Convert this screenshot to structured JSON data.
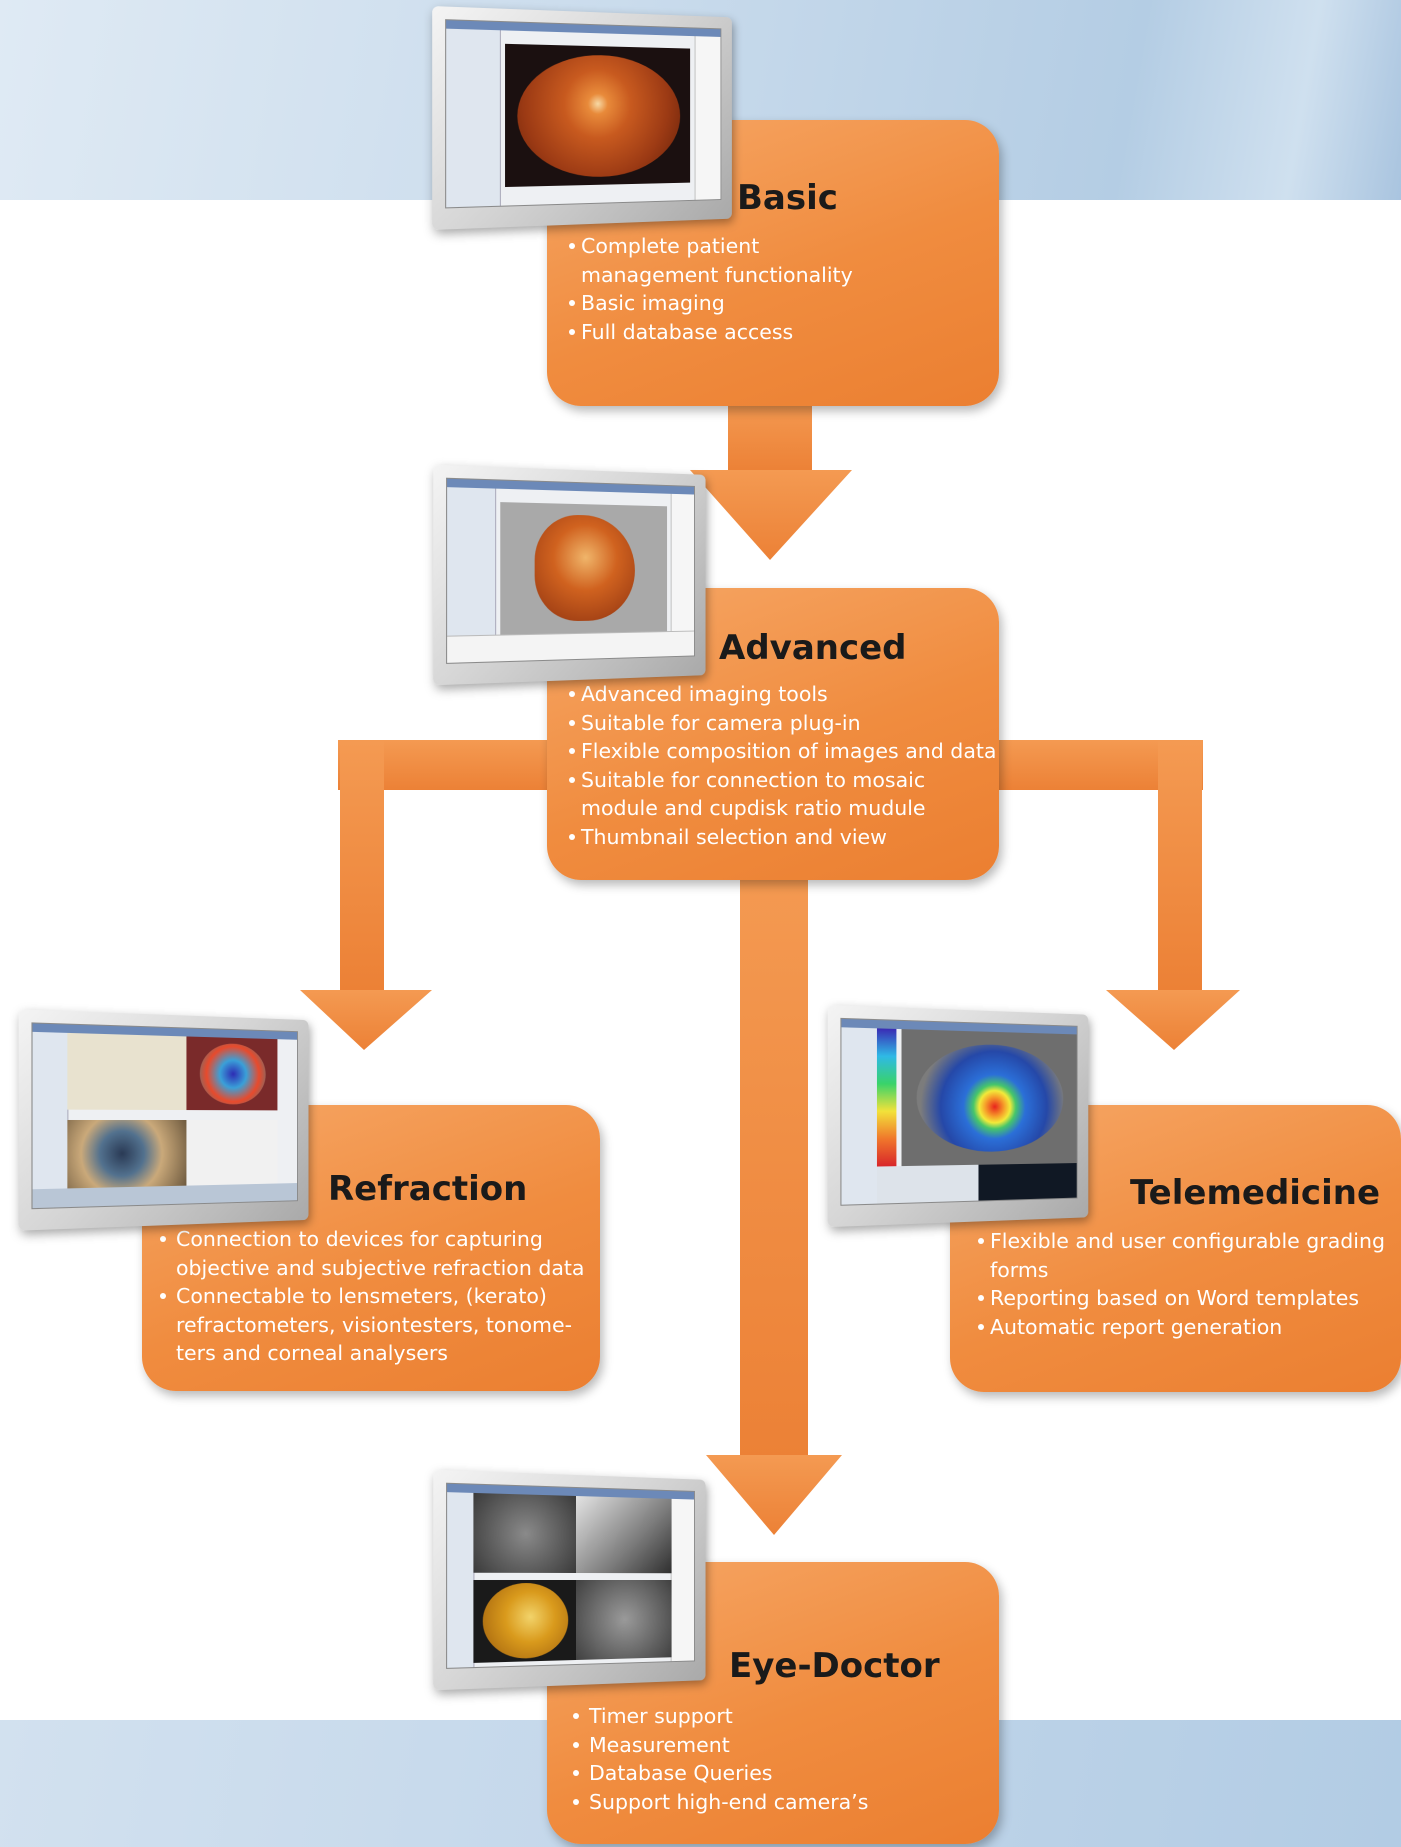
{
  "colors": {
    "accent": "#f08c3f",
    "box_top": "#f6a766",
    "box_bottom": "#eb7f31",
    "title": "#1a1a1a",
    "body_text": "#ffffff",
    "band": "#c4d8ec"
  },
  "boxes": {
    "basic": {
      "title": "Basic",
      "items": [
        "Complete patient management functionality",
        "Basic imaging",
        "Full database access"
      ]
    },
    "advanced": {
      "title": "Advanced",
      "items": [
        "Advanced imaging tools",
        "Suitable for camera plug-in",
        "Flexible composition of images and data",
        "Suitable for connection to mosaic module and cupdisk ratio mudule",
        "Thumbnail selection and view"
      ]
    },
    "refraction": {
      "title": "Refraction",
      "items": [
        "Connection to devices for capturing objective and subjective refraction data",
        "Connectable to lensmeters, (kerato) refractometers, visiontesters, tonome-ters and corneal analysers"
      ]
    },
    "telemedicine": {
      "title": "Telemedicine",
      "items": [
        "Flexible and user configurable grading forms",
        "Reporting based on Word templates",
        "Automatic report generation"
      ]
    },
    "eye_doctor": {
      "title": "Eye-Doctor",
      "items": [
        "Timer support",
        "Measurement",
        "Database Queries",
        "Support high-end camera’s"
      ]
    }
  },
  "screenshots": {
    "basic": "retina-fundus-screenshot",
    "advanced": "mosaic-fundus-screenshot",
    "refraction": "corneal-topography-screenshot",
    "telemedicine": "topography-map-screenshot",
    "eye_doctor": "multi-image-review-screenshot"
  }
}
